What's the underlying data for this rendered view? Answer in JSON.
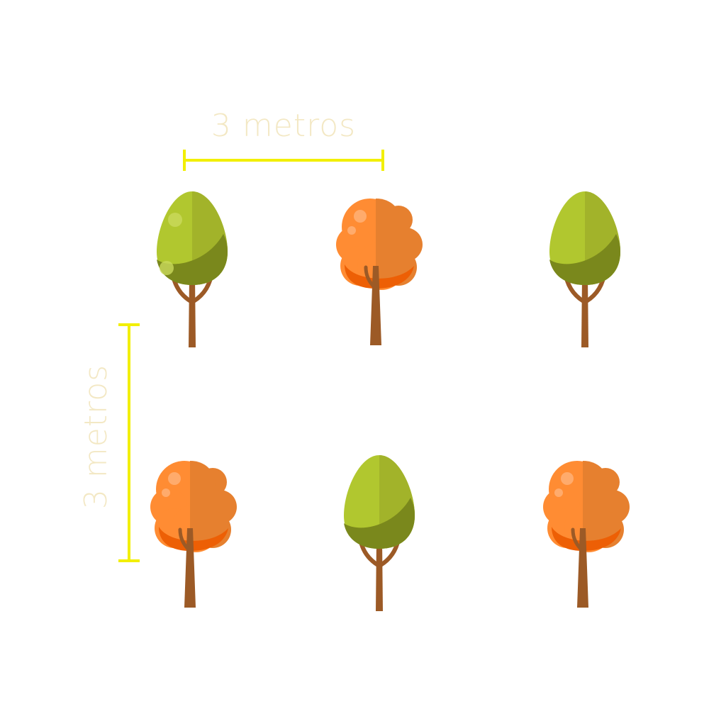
{
  "colors": {
    "background": "#ffffff",
    "dimension_line": "#f2ef00",
    "dimension_text": "#f3e8c4",
    "trunk": "#9c5a26",
    "green_light": "#b1c72f",
    "green_mid": "#a2b32a",
    "green_dark": "#7a881c",
    "green_highlight": "#cbd95c",
    "orange_light": "#ff8c33",
    "orange_mid": "#e6802f",
    "orange_dark": "#ed5f05",
    "orange_highlight": "#ffb37a"
  },
  "dimensions": {
    "horizontal_label": "3 metros",
    "vertical_label": "3 metros"
  },
  "trees": [
    {
      "row": 1,
      "col": 1,
      "kind": "green",
      "icon": "green-tree-icon"
    },
    {
      "row": 1,
      "col": 2,
      "kind": "orange",
      "icon": "orange-tree-icon"
    },
    {
      "row": 1,
      "col": 3,
      "kind": "green",
      "icon": "green-tree-icon"
    },
    {
      "row": 2,
      "col": 1,
      "kind": "orange",
      "icon": "orange-tree-icon"
    },
    {
      "row": 2,
      "col": 2,
      "kind": "green",
      "icon": "green-tree-icon"
    },
    {
      "row": 2,
      "col": 3,
      "kind": "orange",
      "icon": "orange-tree-icon"
    }
  ]
}
